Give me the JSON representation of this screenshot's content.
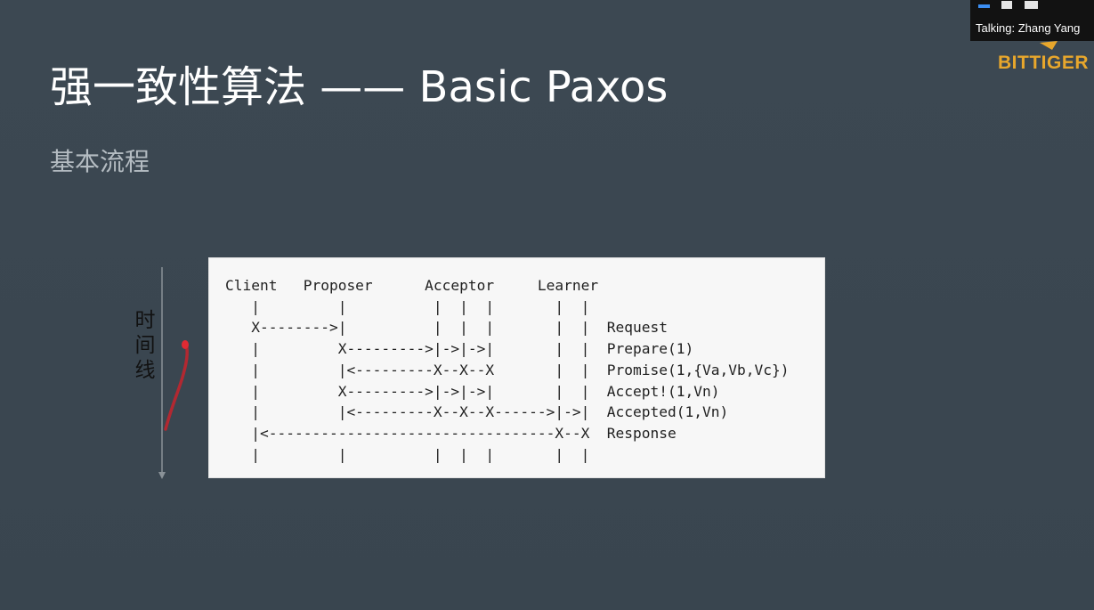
{
  "slide": {
    "title": "强一致性算法 —— Basic Paxos",
    "subtitle": "基本流程",
    "timeline_label": [
      "时",
      "间",
      "线"
    ]
  },
  "diagram": {
    "lines": [
      "Client   Proposer      Acceptor     Learner",
      "   |         |          |  |  |       |  |",
      "   X-------->|          |  |  |       |  |  Request",
      "   |         X--------->|->|->|       |  |  Prepare(1)",
      "   |         |<---------X--X--X       |  |  Promise(1,{Va,Vb,Vc})",
      "   |         X--------->|->|->|       |  |  Accept!(1,Vn)",
      "   |         |<---------X--X--X------>|->|  Accepted(1,Vn)",
      "   |<---------------------------------X--X  Response",
      "   |         |          |  |  |       |  |"
    ]
  },
  "meeting": {
    "talking": "Talking: Zhang Yang",
    "logo": "BITTIGER"
  },
  "colors": {
    "background": "#3a4650",
    "title": "#ffffff",
    "subtitle": "#b4bcc2",
    "diagram_bg": "#f7f7f7",
    "logo": "#e8a72c",
    "annotation": "#d4202a"
  }
}
